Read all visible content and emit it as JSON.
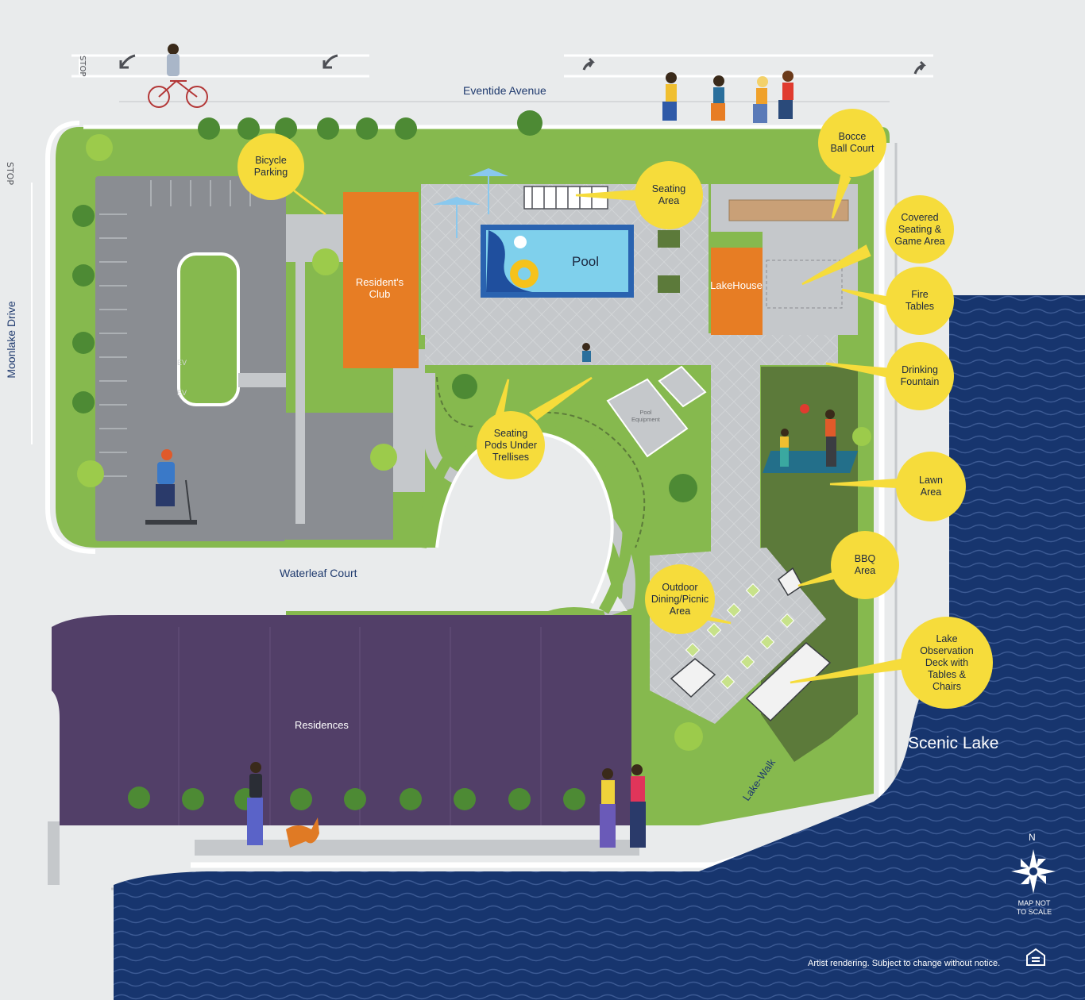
{
  "streets": {
    "eventide": "Eventide Avenue",
    "moonlake": "Moonlake Drive",
    "waterleaf": "Waterleaf Court",
    "lakewalk": "Lake-Walk"
  },
  "road_markings": {
    "stop_top": "STOP",
    "stop_left": "STOP"
  },
  "buildings": {
    "residents_club": "Resident's\nClub",
    "pool": "Pool",
    "lakehouse": "LakeHouse",
    "residences": "Residences",
    "pool_equipment": "Pool\nEquipment",
    "ev_1": "EV",
    "ev_2": "EV"
  },
  "water": {
    "lake": "Scenic Lake"
  },
  "callouts": [
    {
      "id": "bicycle-parking",
      "text": "Bicycle\nParking"
    },
    {
      "id": "seating-area",
      "text": "Seating\nArea"
    },
    {
      "id": "bocce-ball-court",
      "text": "Bocce\nBall Court"
    },
    {
      "id": "covered-seating",
      "text": "Covered\nSeating &\nGame Area"
    },
    {
      "id": "fire-tables",
      "text": "Fire\nTables"
    },
    {
      "id": "drinking-fountain",
      "text": "Drinking\nFountain"
    },
    {
      "id": "seating-pods",
      "text": "Seating\nPods Under\nTrellises"
    },
    {
      "id": "lawn-area",
      "text": "Lawn\nArea"
    },
    {
      "id": "bbq-area",
      "text": "BBQ\nArea"
    },
    {
      "id": "outdoor-dining",
      "text": "Outdoor\nDining/Picnic\nArea"
    },
    {
      "id": "lake-observation",
      "text": "Lake\nObservation\nDeck with\nTables &\nChairs"
    }
  ],
  "compass": {
    "north": "N",
    "scale_note": "MAP NOT\nTO SCALE"
  },
  "disclaimer": "Artist rendering.  Subject to change without notice.",
  "colors": {
    "lake": "#17356e",
    "grass": "#86b94e",
    "dark_grass": "#5c7a3a",
    "building": "#e77d24",
    "pool": "#7fd0ec",
    "residences": "#523f68",
    "callout": "#f6dc3b",
    "road": "#e9ebec",
    "paving": "#c5c8cb"
  }
}
